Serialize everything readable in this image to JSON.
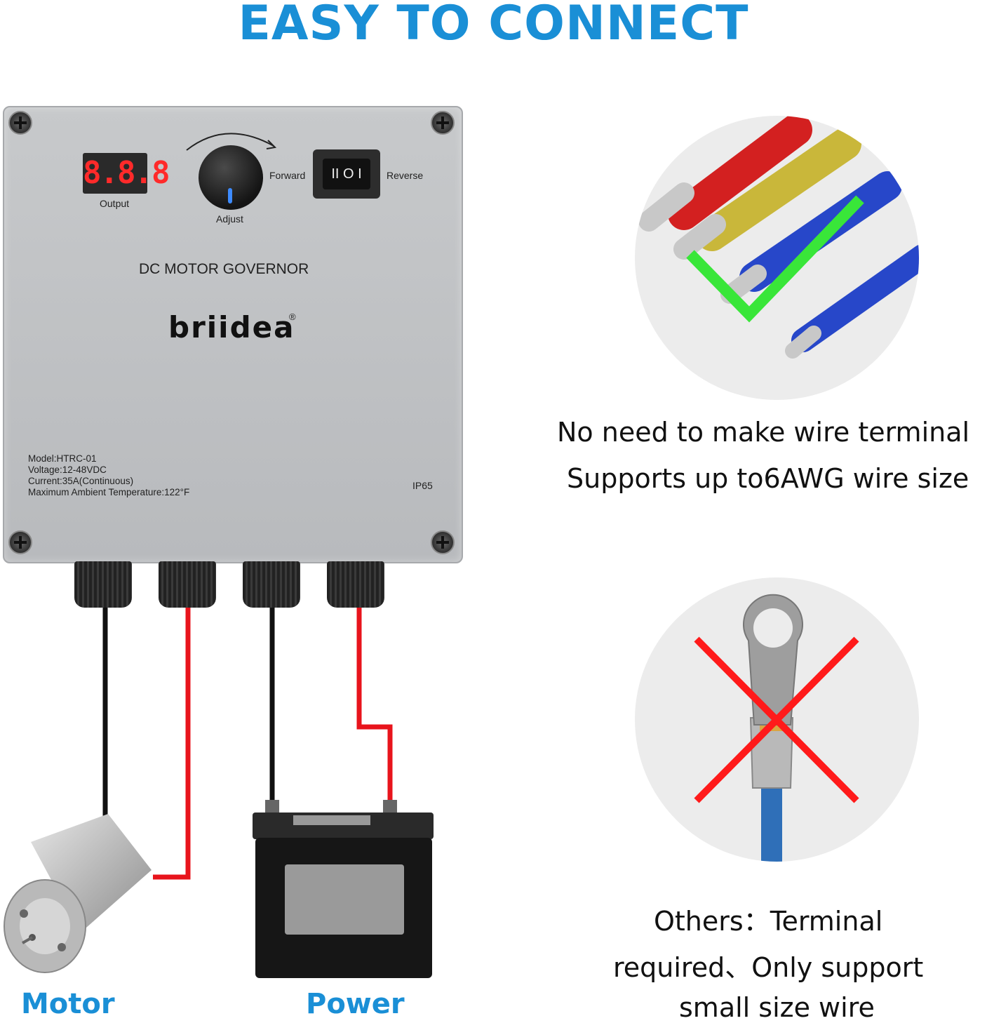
{
  "headline": "EASY TO CONNECT",
  "device": {
    "display_value": "8.8.8",
    "output_label": "Output",
    "adjust_label": "Adjust",
    "forward_label": "Forward",
    "reverse_label": "Reverse",
    "switch_symbol": "II O I",
    "title": "DC MOTOR GOVERNOR",
    "brand": "briidea",
    "registered": "®",
    "specs": {
      "model": "Model:HTRC-01",
      "voltage": "Voltage:12-48VDC",
      "current": "Current:35A(Continuous)",
      "temperature": "Maximum Ambient Temperature:122°F"
    },
    "ip_rating": "IP65"
  },
  "good": {
    "line1": "No need to make wire terminal",
    "line2": "Supports up to6AWG wire size"
  },
  "bad": {
    "line1": "Others：Terminal",
    "line2": "required、Only support",
    "line3": "small size wire"
  },
  "labels": {
    "motor": "Motor",
    "power": "Power"
  },
  "colors": {
    "accent": "#1a8fd6",
    "wire_red": "#e8141c",
    "wire_black": "#111111",
    "check_green": "#39e639",
    "cross_red": "#ff1a1a"
  }
}
